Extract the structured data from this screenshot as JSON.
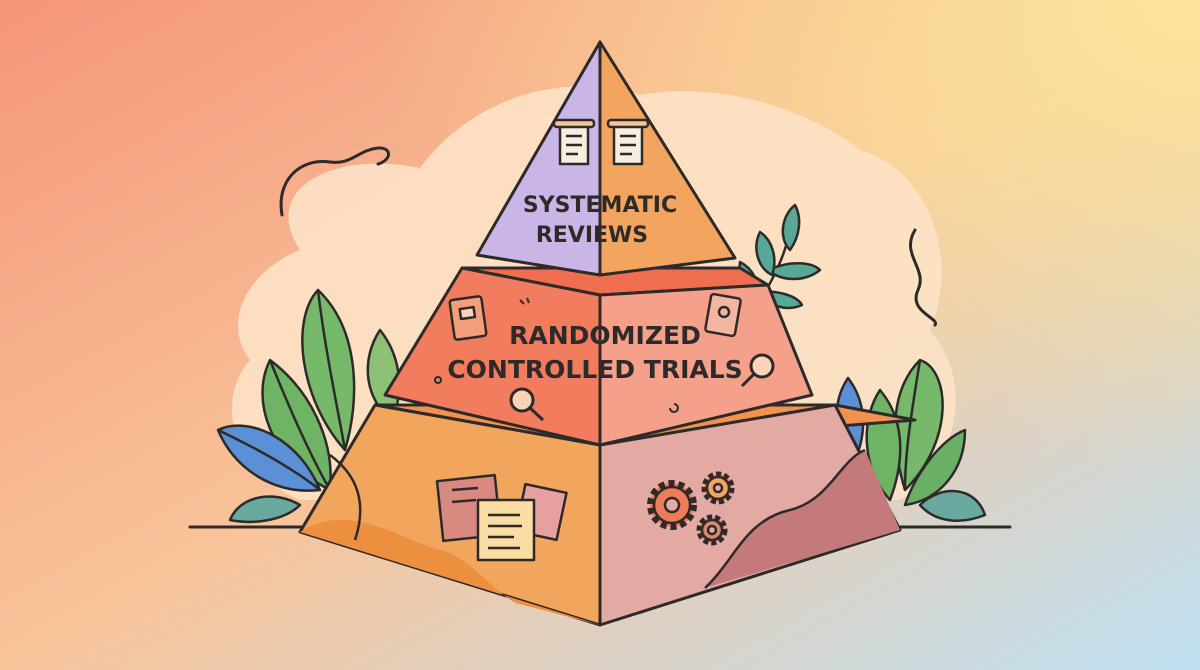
{
  "diagram": {
    "type": "evidence-pyramid",
    "tiers": [
      {
        "id": "top",
        "lines": [
          "SYSTEMATIC",
          "REVIEWS"
        ],
        "colors": {
          "left": "#c9b6e6",
          "right": "#f3a55f"
        },
        "icons": [
          "scroll-icon",
          "scroll-icon"
        ]
      },
      {
        "id": "middle",
        "lines": [
          "RANDOMIZED",
          "CONTROLLED TRIALS"
        ],
        "colors": {
          "front": "#f27c5e",
          "right": "#f5a08a",
          "top": "#f06e50"
        },
        "icons": [
          "notebook-icon",
          "notebook-icon",
          "magnifier-icon",
          "magnifier-icon"
        ]
      },
      {
        "id": "bottom",
        "lines": [],
        "colors": {
          "left": "#f2a55c",
          "right": "#e3aaa4",
          "top": "#f1924e"
        },
        "icons": [
          "documents-icon",
          "gears-icon"
        ]
      }
    ],
    "background": {
      "from": "#f6a07c",
      "to": "#bfe2f4",
      "blob": "#fbe0c2"
    },
    "decoration": [
      "leaf-plants-left",
      "leaf-plants-right",
      "sprig",
      "wavy-lines",
      "ground-line"
    ]
  }
}
